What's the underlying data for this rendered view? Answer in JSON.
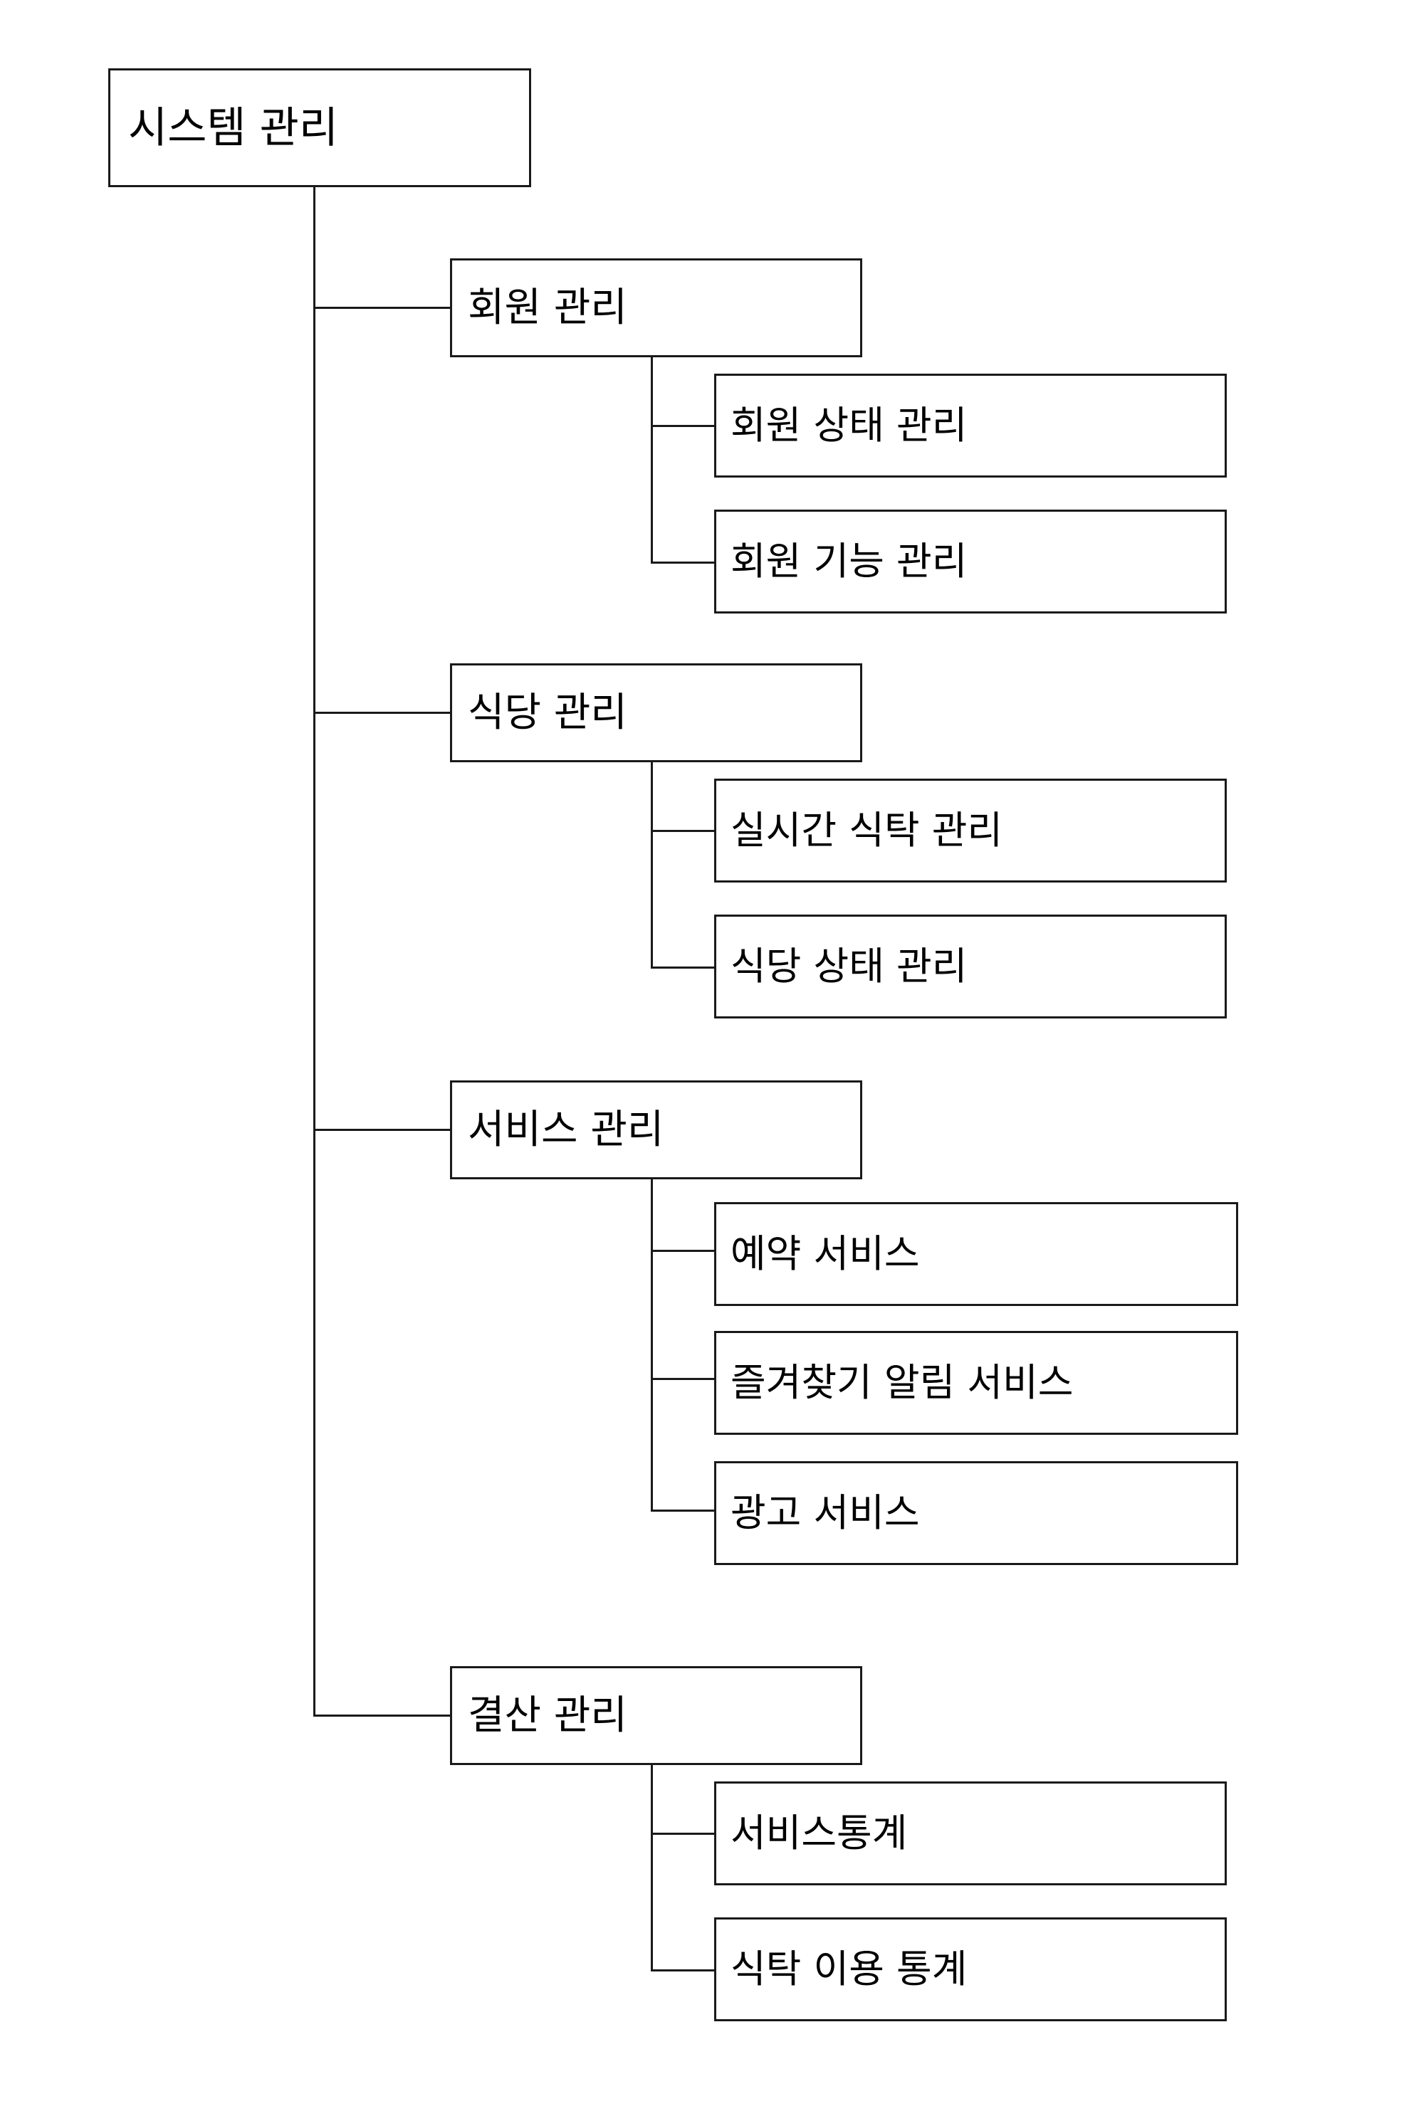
{
  "diagram": {
    "type": "hierarchy-tree",
    "title": "시스템 관리",
    "orientation": "left-to-right indented tree",
    "levels": 3,
    "root": {
      "label": "시스템 관리",
      "children": [
        {
          "label": "회원 관리",
          "children": [
            {
              "label": "회원 상태 관리"
            },
            {
              "label": "회원 기능 관리"
            }
          ]
        },
        {
          "label": "식당 관리",
          "children": [
            {
              "label": "실시간 식탁 관리"
            },
            {
              "label": "식당 상태 관리"
            }
          ]
        },
        {
          "label": "서비스 관리",
          "children": [
            {
              "label": "예약 서비스"
            },
            {
              "label": "즐겨찾기 알림 서비스"
            },
            {
              "label": "광고 서비스"
            }
          ]
        },
        {
          "label": "결산 관리",
          "children": [
            {
              "label": "서비스통계"
            },
            {
              "label": "식탁 이용 통계"
            }
          ]
        }
      ]
    },
    "colors": {
      "box_border": "#1a1a1a",
      "box_fill": "#ffffff",
      "text": "#000000",
      "connector": "#1a1a1a",
      "background": "#ffffff"
    }
  }
}
